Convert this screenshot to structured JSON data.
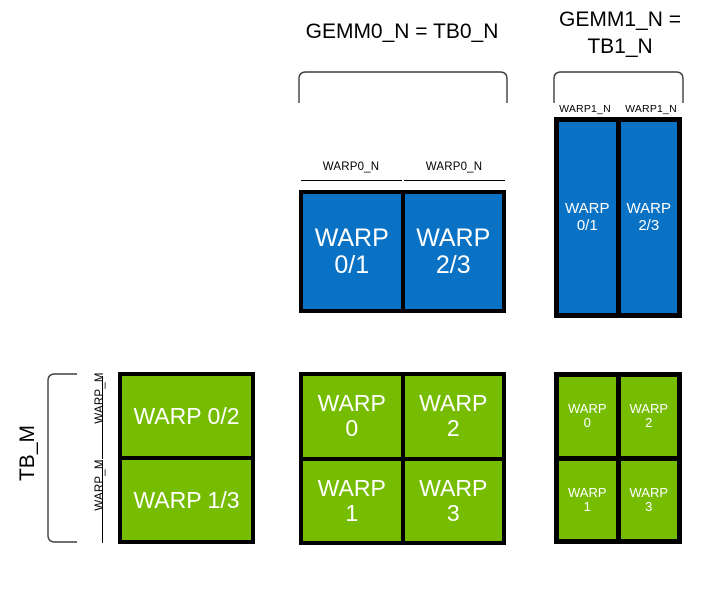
{
  "headings": {
    "gemm0": "GEMM0_N = TB0_N",
    "gemm1": "GEMM1_N =\nTB1_N"
  },
  "axis_labels": {
    "tb_m": "TB_M",
    "warp_m": "WARP_M",
    "warp0_n": "WARP0_N",
    "warp1_n": "WARP1_N"
  },
  "colors": {
    "blue": "#0a72c4",
    "green": "#76bc00",
    "outline": "#000000",
    "background": "#ffffff",
    "text_on_block": "#ffffff"
  },
  "blocks": {
    "blue_gemm0": {
      "name": "GEMM0 output tile",
      "color": "blue",
      "columns": 2,
      "rows": 1,
      "column_labels": [
        "WARP0_N",
        "WARP0_N"
      ],
      "cells": [
        "WARP\n0/1",
        "WARP\n2/3"
      ]
    },
    "blue_gemm1": {
      "name": "GEMM1 output tile",
      "color": "blue",
      "columns": 2,
      "rows": 1,
      "column_labels": [
        "WARP1_N",
        "WARP1_N"
      ],
      "cells": [
        "WARP\n0/1",
        "WARP\n2/3"
      ]
    },
    "green_left": {
      "name": "TB_M warp rows",
      "color": "green",
      "columns": 1,
      "rows": 2,
      "row_labels": [
        "WARP_M",
        "WARP_M"
      ],
      "cells": [
        "WARP 0/2",
        "WARP 1/3"
      ]
    },
    "green_middle": {
      "name": "GEMM0 warp grid",
      "color": "green",
      "columns": 2,
      "rows": 2,
      "cells": [
        "WARP\n0",
        "WARP\n2",
        "WARP\n1",
        "WARP\n3"
      ]
    },
    "green_right": {
      "name": "GEMM1 warp grid",
      "color": "green",
      "columns": 2,
      "rows": 2,
      "cells": [
        "WARP\n0",
        "WARP\n2",
        "WARP\n1",
        "WARP\n3"
      ]
    }
  }
}
